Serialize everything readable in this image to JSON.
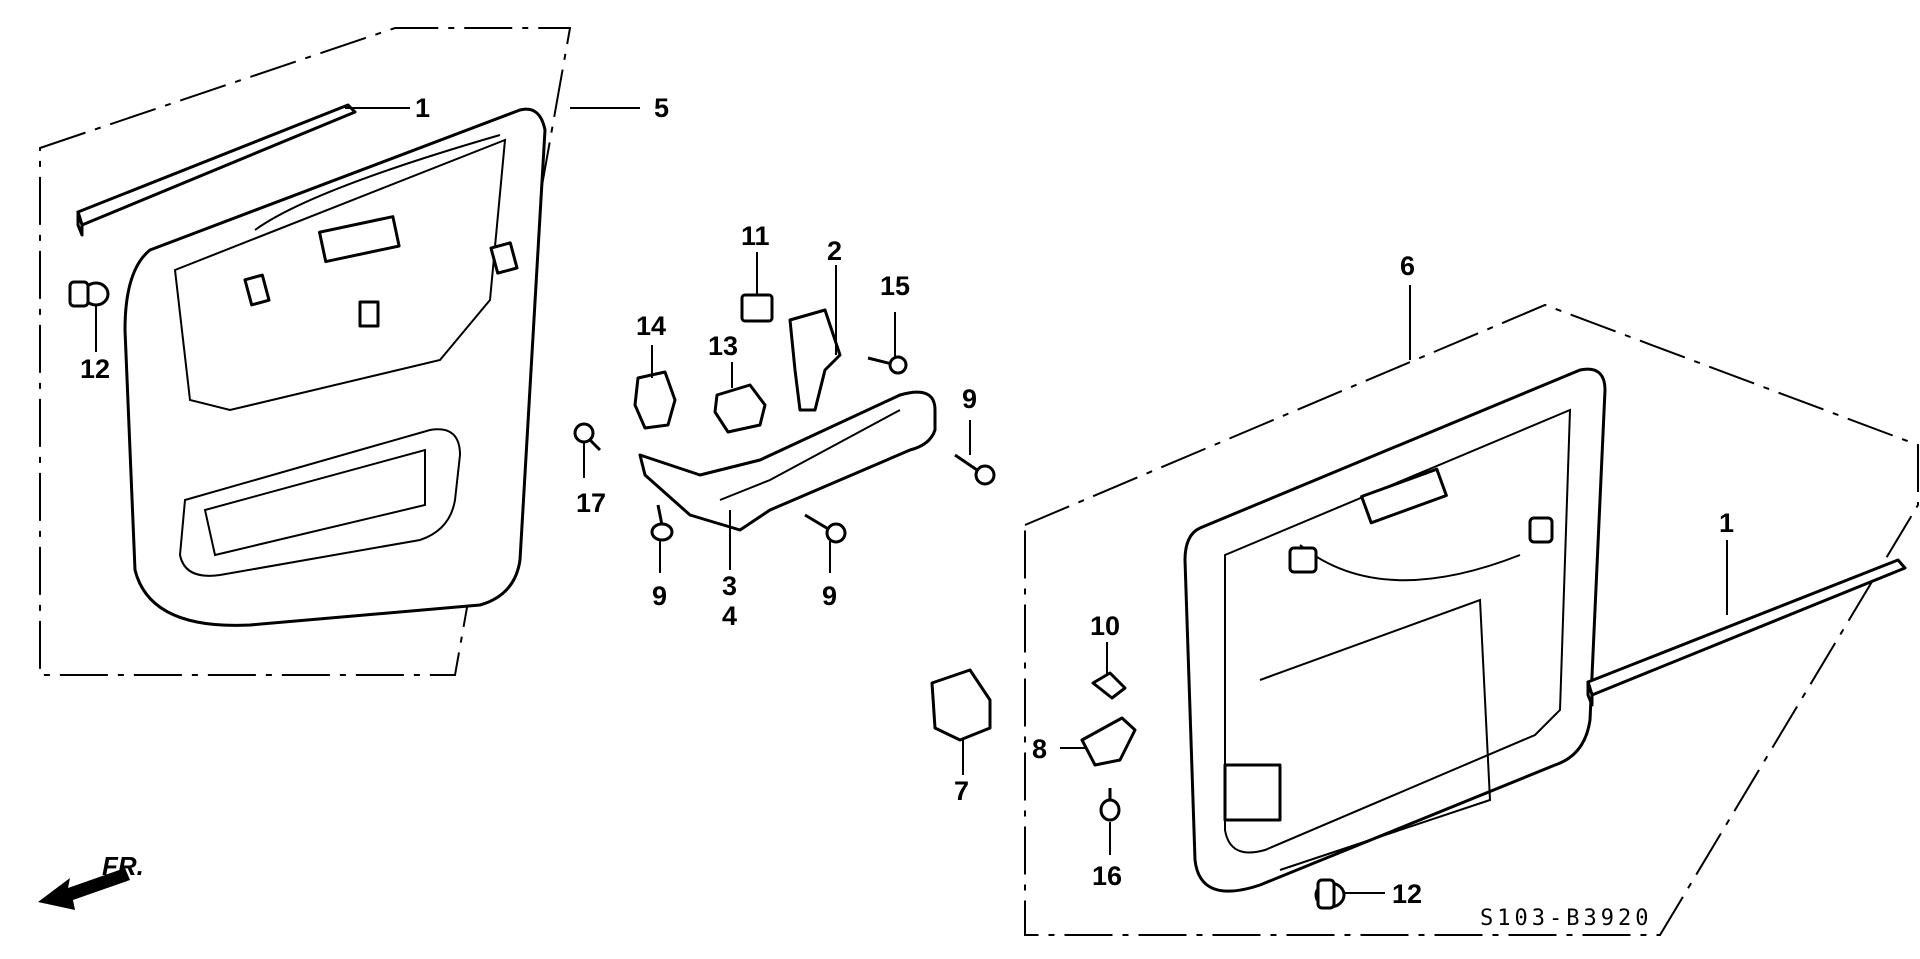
{
  "diagram": {
    "callouts": [
      "1",
      "5",
      "12",
      "11",
      "2",
      "15",
      "14",
      "13",
      "9",
      "17",
      "3",
      "4",
      "6",
      "10",
      "8",
      "7",
      "16"
    ],
    "direction_label": "FR.",
    "diagram_code": "S103-B3920"
  }
}
